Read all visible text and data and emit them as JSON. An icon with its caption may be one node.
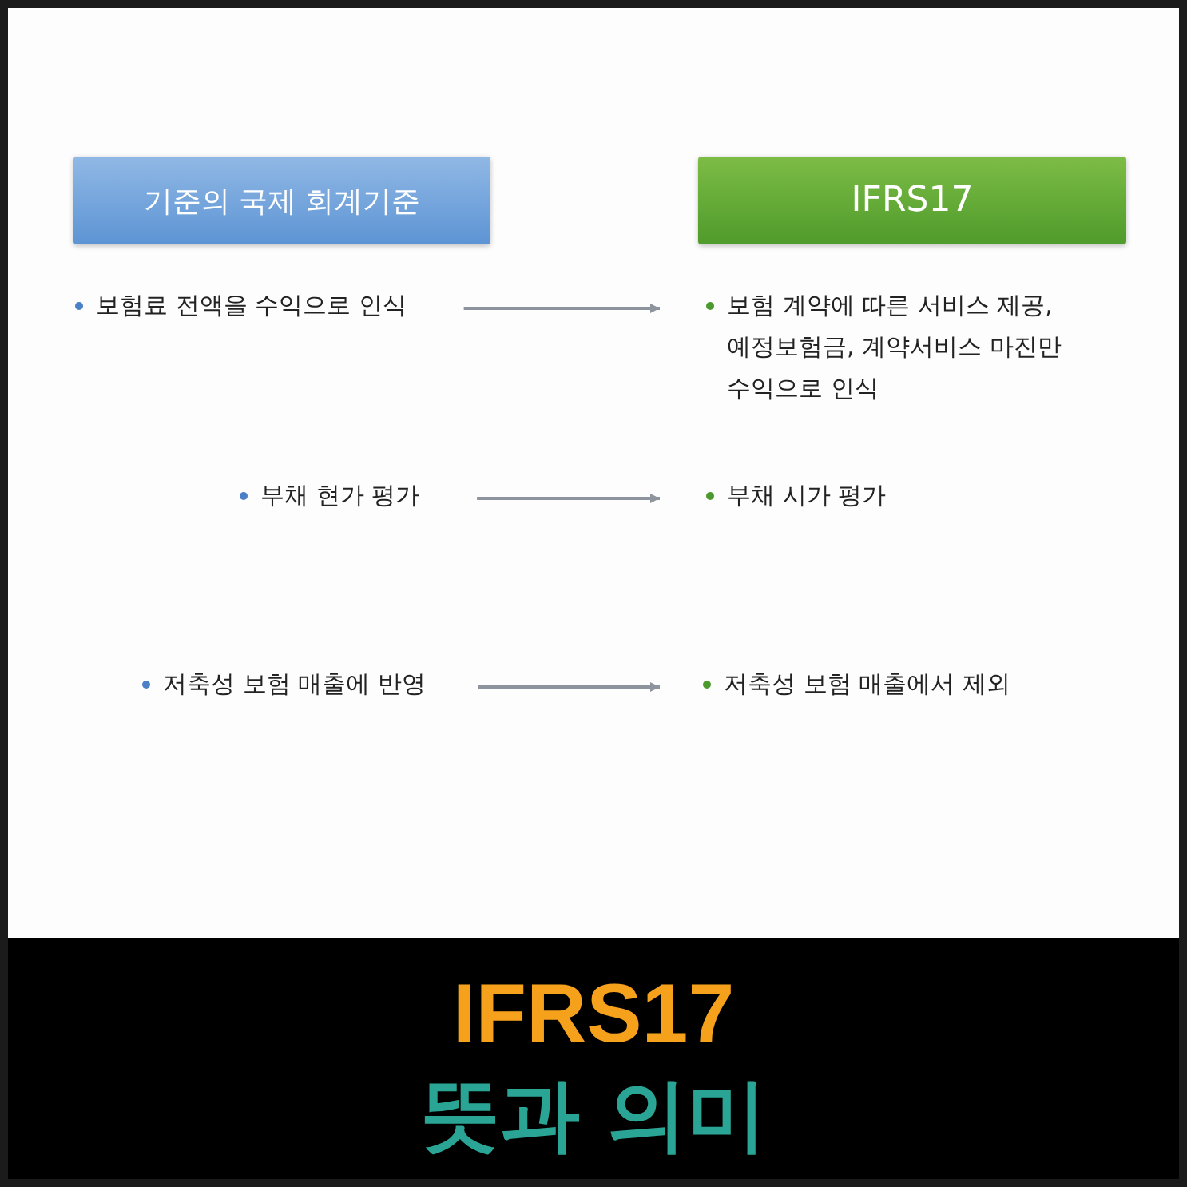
{
  "diagram": {
    "title": "IFRS17",
    "caption": "뜻과 의미",
    "nodes": [
      {
        "text": [
          "기준의 국제 회계기준"
        ]
      },
      {
        "text": [
          "IFRS17"
        ]
      },
      {
        "text": [
          "보험료 전액을 수익으로 인식"
        ]
      },
      {
        "text": [
          "보험 계약에 따른 서비스 제공, 예정보험금, 계약서비스 마진만 수익으로 인식"
        ]
      },
      {
        "text": [
          "부채 현가 평가"
        ]
      },
      {
        "text": [
          "부채 시가 평가"
        ]
      },
      {
        "text": [
          "저축성 보험 매출에 반영"
        ]
      },
      {
        "text": [
          "저축성 보험 매출에서 제외"
        ]
      }
    ],
    "edges": [
      {
        "from": 2,
        "to": 3,
        "arrow": "to"
      },
      {
        "from": 4,
        "to": 5,
        "arrow": "to"
      },
      {
        "from": 6,
        "to": 7,
        "arrow": "to"
      }
    ]
  }
}
